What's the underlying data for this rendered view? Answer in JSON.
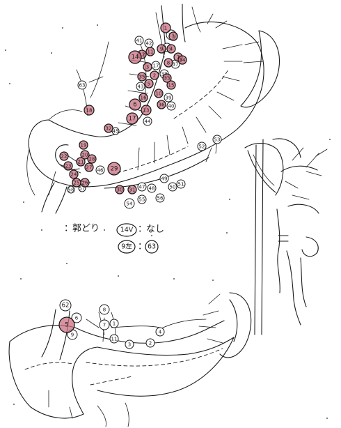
{
  "colors": {
    "ink": "#1a1a1a",
    "node_fill": "#c97080",
    "node_fill_dark": "#b04a5c"
  },
  "legend": {
    "prefix": "：",
    "row1_left": "郭どり",
    "row1_circle": "14V",
    "row1_sep": "：",
    "row1_right": "なし",
    "row2_circle": "9左",
    "row2_sep": "：",
    "row2_circle_b": "63"
  },
  "upper_nodes": {
    "red": [
      {
        "label": "1"
      },
      {
        "label": "3"
      },
      {
        "label": "4"
      },
      {
        "label": "7"
      },
      {
        "label": "8"
      },
      {
        "label": "9"
      },
      {
        "label": "11"
      },
      {
        "label": "12"
      },
      {
        "label": "14"
      },
      {
        "label": "3"
      },
      {
        "label": "2"
      },
      {
        "label": "5"
      },
      {
        "label": "10"
      },
      {
        "label": "15"
      },
      {
        "label": "16"
      },
      {
        "label": "6"
      },
      {
        "label": "13"
      },
      {
        "label": "17"
      },
      {
        "label": "18"
      },
      {
        "label": "19"
      },
      {
        "label": "20"
      },
      {
        "label": "21"
      },
      {
        "label": "22"
      },
      {
        "label": "23"
      },
      {
        "label": "24"
      },
      {
        "label": "25"
      },
      {
        "label": "26"
      },
      {
        "label": "27"
      },
      {
        "label": "28"
      },
      {
        "label": "29"
      },
      {
        "label": "30"
      },
      {
        "label": "31"
      },
      {
        "label": "32"
      },
      {
        "label": "33"
      },
      {
        "label": "34"
      },
      {
        "label": "35"
      },
      {
        "label": "36"
      }
    ],
    "white": [
      {
        "label": "13"
      },
      {
        "label": "16"
      },
      {
        "label": "17"
      },
      {
        "label": "63"
      },
      {
        "label": "37"
      },
      {
        "label": "38"
      },
      {
        "label": "39"
      },
      {
        "label": "40"
      },
      {
        "label": "41"
      },
      {
        "label": "42"
      },
      {
        "label": "43"
      },
      {
        "label": "44"
      },
      {
        "label": "45"
      },
      {
        "label": "46"
      },
      {
        "label": "47"
      },
      {
        "label": "48"
      },
      {
        "label": "49"
      },
      {
        "label": "50"
      },
      {
        "label": "51"
      },
      {
        "label": "52"
      },
      {
        "label": "53"
      },
      {
        "label": "54"
      },
      {
        "label": "55"
      },
      {
        "label": "56"
      },
      {
        "label": "57"
      },
      {
        "label": "58"
      }
    ]
  },
  "lower_nodes": {
    "red": [
      {
        "label": "5"
      }
    ],
    "white": [
      {
        "label": "62"
      },
      {
        "label": "6"
      },
      {
        "label": "8"
      },
      {
        "label": "7"
      },
      {
        "label": "1"
      },
      {
        "label": "11"
      },
      {
        "label": "3"
      },
      {
        "label": "2"
      },
      {
        "label": "4"
      },
      {
        "label": "9"
      }
    ]
  }
}
